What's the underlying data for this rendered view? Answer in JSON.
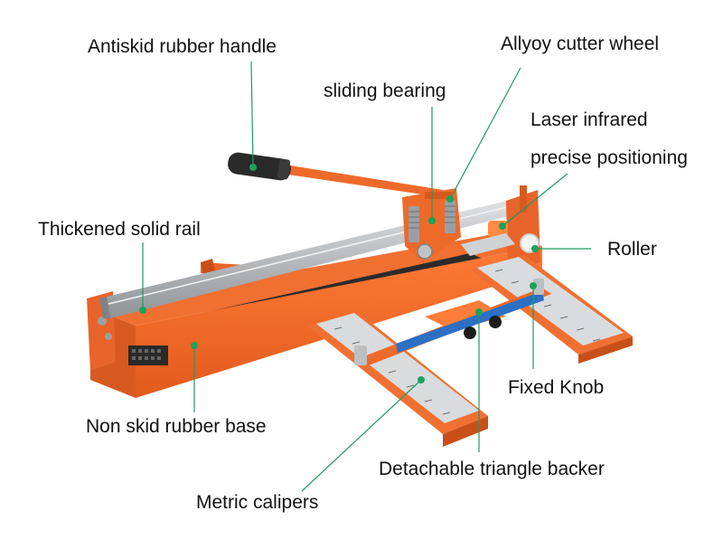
{
  "diagram": {
    "labels": {
      "handle": "Antiskid rubber handle",
      "cutter": "Allyoy cutter wheel",
      "bearing": "sliding bearing",
      "laser_line1": "Laser infrared",
      "laser_line2": "precise positioning",
      "rail": "Thickened solid rail",
      "roller": "Roller",
      "base": "Non skid rubber base",
      "knob": "Fixed Knob",
      "backer": "Detachable triangle backer",
      "calipers": "Metric calipers"
    },
    "colors": {
      "frame": "#f26a2a",
      "frame_dark": "#c94f19",
      "rail": "#b9bcc0",
      "base": "#2b2b2b",
      "leader": "#1f9a63",
      "dot": "#1aa35a"
    }
  }
}
